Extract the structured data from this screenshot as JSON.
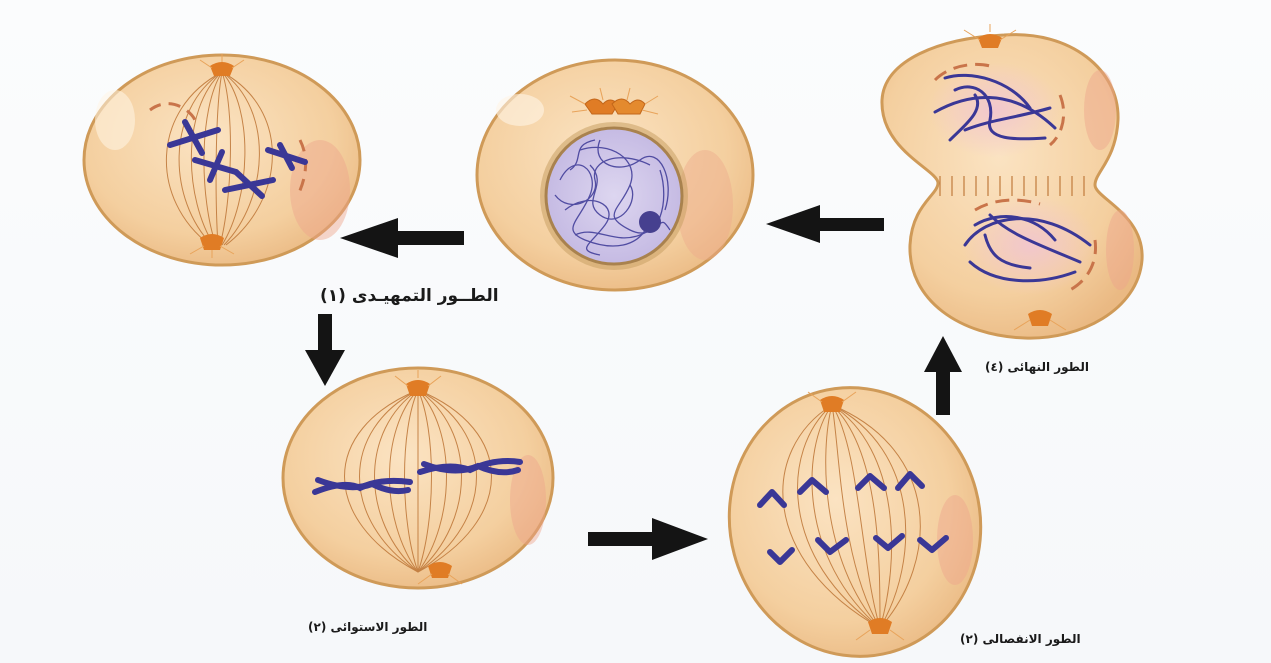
{
  "labels": {
    "prophase": "الطــور التمهيـدى (١)",
    "metaphase": "الطور الاستوائى (٢)",
    "anaphase": "الطور الانفصالى (٢)",
    "telophase": "الطور النهائى (٤)"
  },
  "colors": {
    "cell_fill": "#f4cf9f",
    "cell_outline": "#cf9a58",
    "spindle": "#c07a3c",
    "chromosome": "#3a3796",
    "nucleus": "#c9c1e6",
    "arrow": "#141414"
  },
  "icons": [
    "arrow-left-icon",
    "arrow-down-icon",
    "arrow-right-icon",
    "arrow-up-icon"
  ]
}
